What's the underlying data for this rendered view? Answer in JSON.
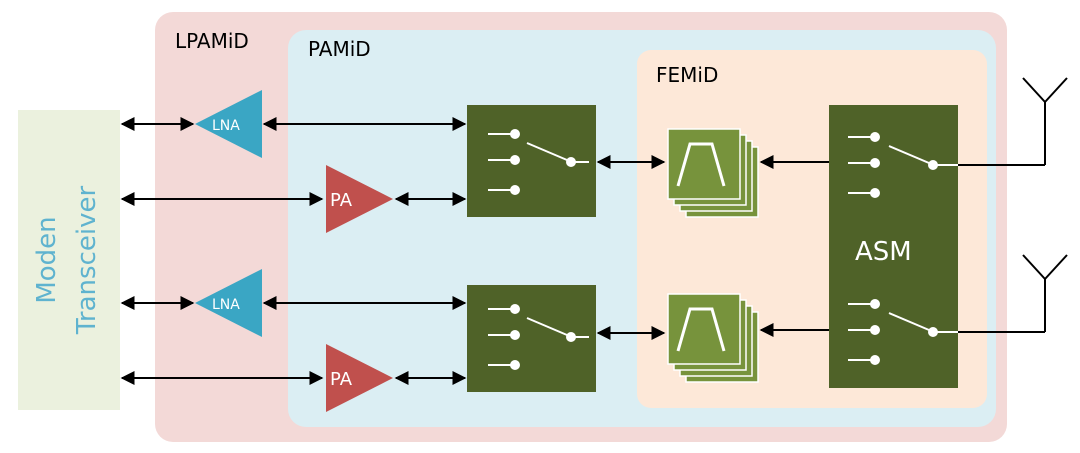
{
  "regions": {
    "lpamid": "LPAMiD",
    "pamid": "PAMiD",
    "femid": "FEMiD"
  },
  "transceiver": {
    "line1": "Moden",
    "line2": "Transceiver"
  },
  "amplifiers": {
    "lna_top": "LNA",
    "pa_top": "PA",
    "lna_bottom": "LNA",
    "pa_bottom": "PA"
  },
  "asm": "ASM",
  "colors": {
    "lpamid_fill": "#f3d9d7",
    "pamid_fill": "#dbeef3",
    "femid_fill": "#fde8d8",
    "transceiver_fill": "#ebf1de",
    "transceiver_text": "#5fb3cf",
    "lna": "#3aa6c4",
    "pa": "#c0504d",
    "switch": "#4f6228",
    "filter": "#77933c"
  }
}
